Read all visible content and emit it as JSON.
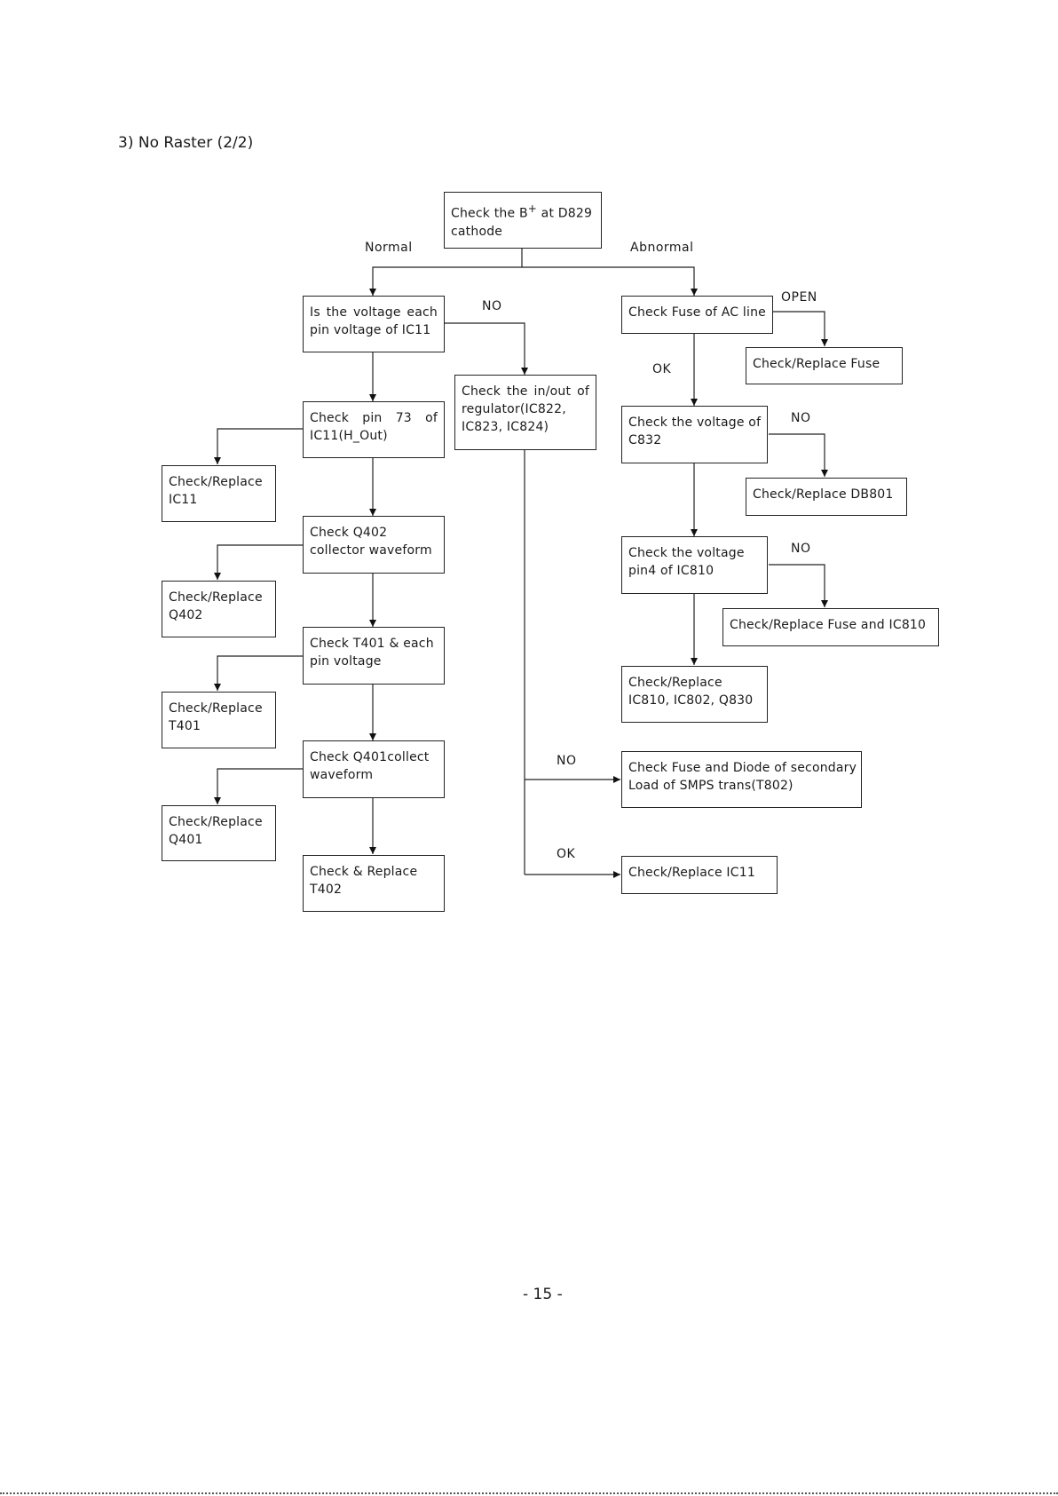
{
  "title": "3) No Raster (2/2)",
  "page_number": "- 15 -",
  "boxes": {
    "start": {
      "line1a": "Check the B",
      "sup": "+",
      "line1b": " at D829",
      "line2": "cathode"
    },
    "ic11_voltage": {
      "line1": "Is the voltage each",
      "line2": "pin voltage of IC11"
    },
    "pin73": {
      "line1": "Check pin 73 of",
      "line2": "IC11(H_Out)"
    },
    "replace_ic11": {
      "line1": "Check/Replace",
      "line2": "IC11"
    },
    "q402": {
      "line1": "Check Q402",
      "line2": "collector waveform"
    },
    "replace_q402": {
      "line1": "Check/Replace",
      "line2": "Q402"
    },
    "t401": {
      "line1": "Check T401 & each",
      "line2": "pin voltage"
    },
    "replace_t401": {
      "line1": "Check/Replace",
      "line2": "T401"
    },
    "q401": {
      "line1": "Check Q401collect",
      "line2": "waveform"
    },
    "replace_q401": {
      "line1": "Check/Replace",
      "line2": "Q401"
    },
    "replace_t402": {
      "line1": "Check & Replace",
      "line2": "T402"
    },
    "regulator": {
      "line1": "Check the in/out of",
      "line2": "regulator(IC822,",
      "line3": "IC823, IC824)"
    },
    "fuse_ac": {
      "line1": "Check Fuse of AC line"
    },
    "replace_fuse": {
      "line1": "Check/Replace Fuse"
    },
    "c832": {
      "line1": "Check the voltage of",
      "line2": "C832"
    },
    "replace_db801": {
      "line1": "Check/Replace DB801"
    },
    "ic810_pin4": {
      "line1": "Check the voltage",
      "line2": "pin4 of IC810"
    },
    "replace_fuse_ic810": {
      "line1": "Check/Replace Fuse and IC810"
    },
    "replace_ic810": {
      "line1": "Check/Replace",
      "line2": "IC810, IC802, Q830"
    },
    "fuse_diode": {
      "line1": "Check Fuse and Diode of secondary",
      "line2": "Load of SMPS trans(T802)"
    },
    "replace_ic11_b": {
      "line1": "Check/Replace IC11"
    }
  },
  "labels": {
    "normal": "Normal",
    "abnormal": "Abnormal",
    "no_regulator": "NO",
    "open": "OPEN",
    "ok_fuse": "OK",
    "no_c832": "NO",
    "no_ic810": "NO",
    "no_fuse_diode": "NO",
    "ok_ic11": "OK"
  }
}
